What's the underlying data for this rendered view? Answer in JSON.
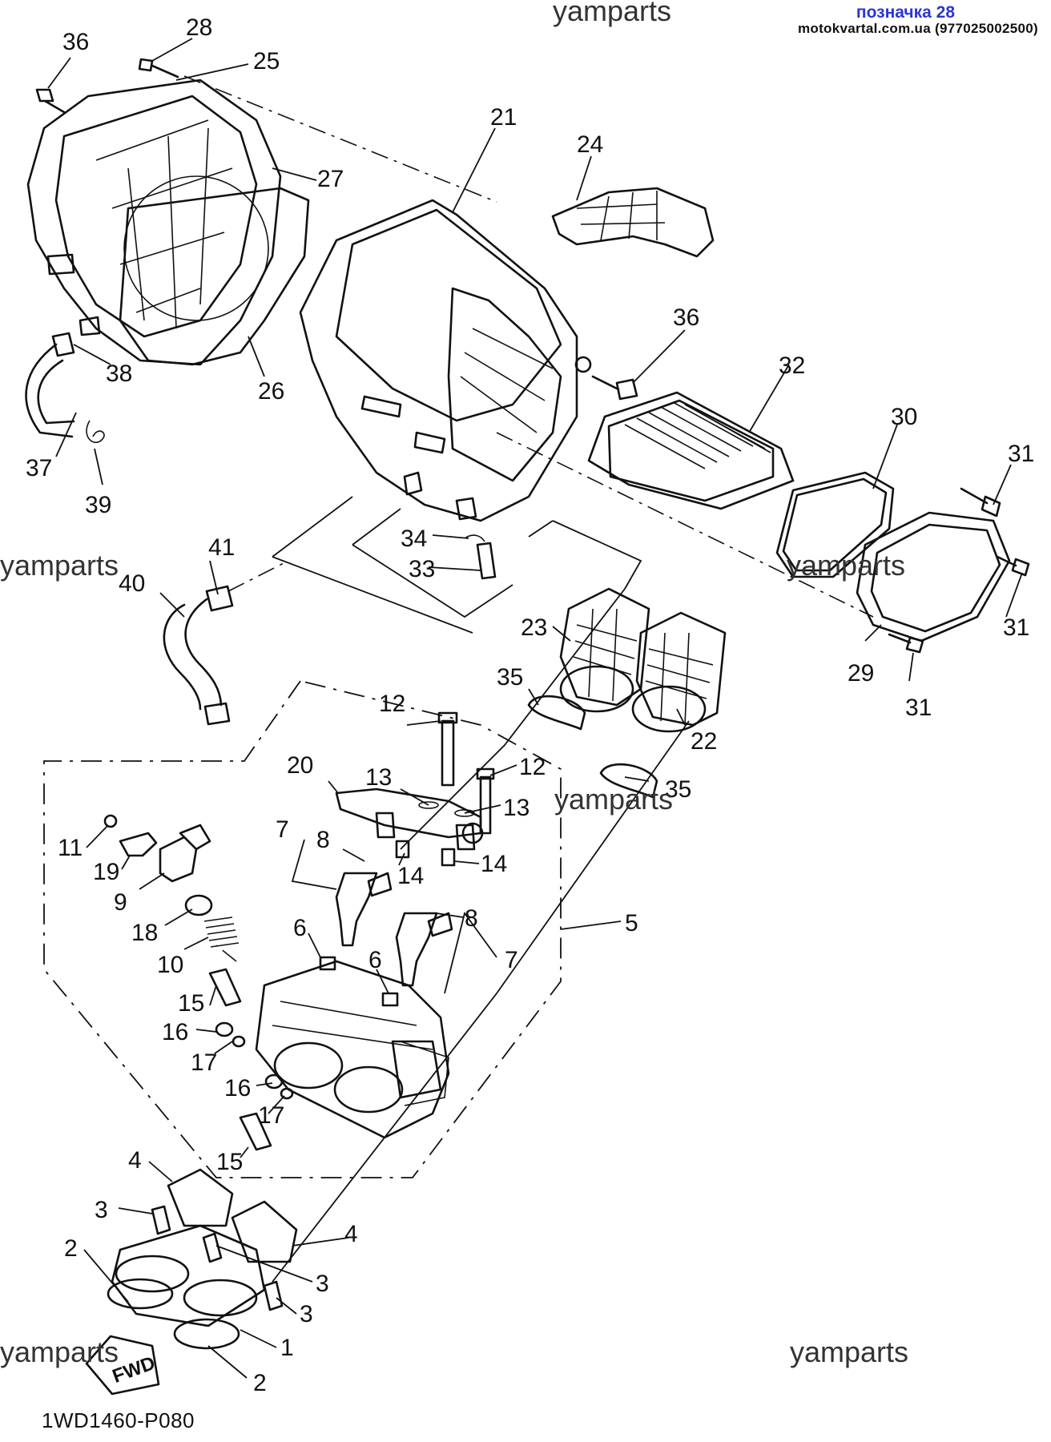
{
  "header": {
    "label": "позначка 28",
    "site": "motokvartal.com.ua (977025002500)"
  },
  "watermarks": [
    "yamparts",
    "yamparts",
    "yamparts",
    "yamparts",
    "yamparts"
  ],
  "diagram_code": "1WD1460-P080",
  "fwd_label": "FWD",
  "callouts": [
    "36",
    "28",
    "25",
    "27",
    "21",
    "24",
    "38",
    "26",
    "37",
    "39",
    "36",
    "32",
    "30",
    "31",
    "41",
    "40",
    "34",
    "33",
    "23",
    "35",
    "31",
    "29",
    "31",
    "12",
    "20",
    "13",
    "12",
    "35",
    "22",
    "13",
    "11",
    "19",
    "7",
    "8",
    "14",
    "14",
    "9",
    "18",
    "10",
    "8",
    "5",
    "7",
    "6",
    "6",
    "15",
    "16",
    "17",
    "16",
    "17",
    "15",
    "4",
    "3",
    "4",
    "2",
    "3",
    "3",
    "1",
    "2"
  ]
}
